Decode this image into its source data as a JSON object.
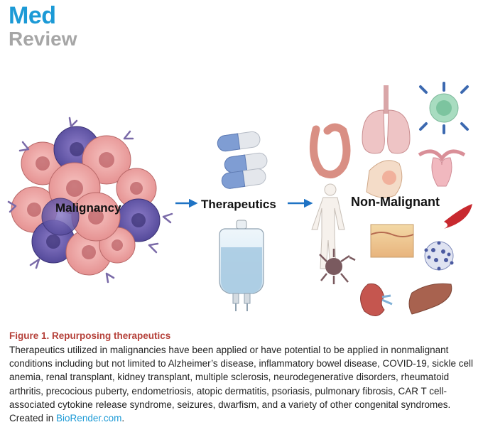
{
  "journal": {
    "line1": "Med",
    "line2": "Review"
  },
  "figure": {
    "labels": {
      "left": "Malignancy",
      "middle": "Therapeutics",
      "right": "Non-Malignant"
    }
  },
  "caption": {
    "title": "Figure 1.  Repurposing therapeutics",
    "body": "Therapeutics utilized in malignancies have been applied or have potential to be applied in nonmalignant conditions including but not limited to Alzheimer’s disease, inflammatory bowel disease, COVID-19, sickle cell anemia, renal transplant, kidney transplant, multiple sclerosis, neurodegenerative disorders, rheumatoid arthritis, precocious puberty, endometriosis, atopic dermatitis, psoriasis, pulmonary fibrosis, CAR T cell-associated cytokine release syndrome, seizures, dwarfism, and a variety of other congenital syndromes. Created in ",
    "link": "BioRender.com",
    "end": "."
  },
  "colors": {
    "brand_blue": "#1c9ad6",
    "brand_grey": "#a6a6a6",
    "caption_title": "#b5413a"
  }
}
